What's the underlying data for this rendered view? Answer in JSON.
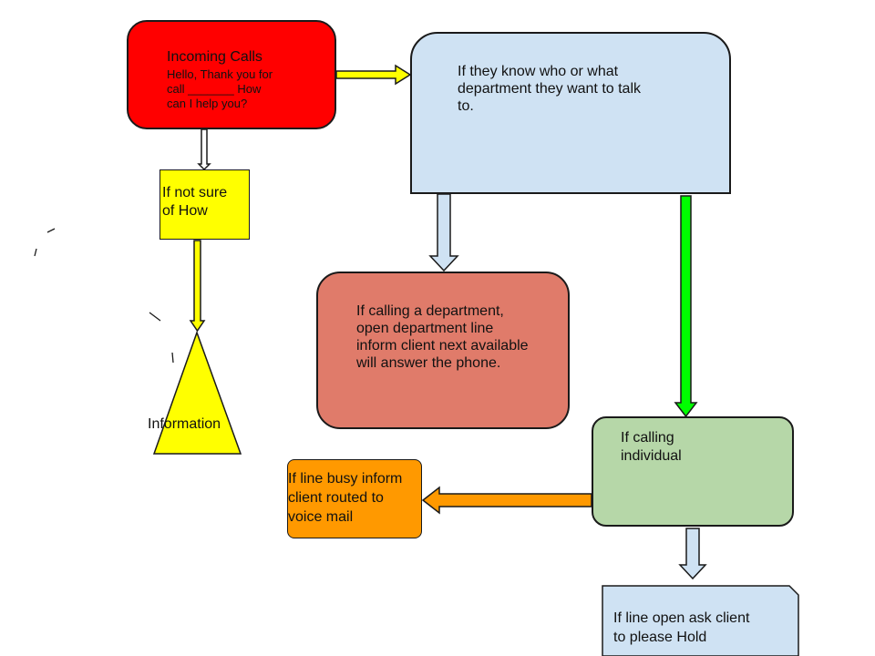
{
  "colors": {
    "red": "#ff0000",
    "yellow": "#ffff00",
    "light_blue": "#cfe2f3",
    "salmon": "#e07b6a",
    "green": "#b6d7a8",
    "orange": "#ff9900",
    "bright_green": "#00ff00",
    "outline": "#1a1a1a"
  },
  "nodes": {
    "incoming_calls": {
      "title": "Incoming Calls",
      "body": "Hello, Thank you for\ncall _______ How\ncan I help you?"
    },
    "know_department": {
      "text": "If they know who or what\ndepartment they want to talk\nto."
    },
    "not_sure": {
      "text": "If not sure\nof How"
    },
    "information": {
      "text": "Information"
    },
    "calling_department": {
      "text": "If calling a department,\nopen department line\ninform client next available\nwill answer the phone."
    },
    "calling_individual": {
      "text": "If calling\nindividual"
    },
    "line_busy": {
      "text": "If line busy inform\nclient routed to\nvoice mail"
    },
    "line_open": {
      "text": "If line open ask client\nto please Hold"
    }
  }
}
